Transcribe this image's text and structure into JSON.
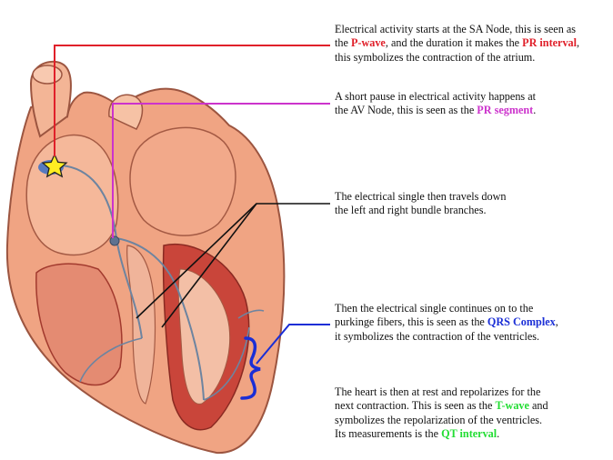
{
  "colors": {
    "sa_node_line": "#e0202a",
    "av_node_line": "#cc33cc",
    "bundle_line": "#111111",
    "qrs_line": "#1a2ed6",
    "t_wave_text": "#22dd33",
    "p_wave_text": "#e0202a",
    "pr_segment_text": "#cc33cc",
    "qrs_text": "#1a2ed6",
    "heart_muscle": "#f0a483",
    "heart_dark": "#b8322c",
    "star": "#ffee22"
  },
  "icons": [
    "star-icon",
    "qrs-brace"
  ],
  "annotations": {
    "sa_node": {
      "line1": "Electrical activity starts at the SA Node, this is seen as",
      "pre_p": "the ",
      "p_wave": "P-wave",
      "mid": ", and the duration it makes the ",
      "pr_interval": "PR interval",
      "post": ",",
      "line3": "this symbolizes the contraction of the atrium."
    },
    "av_node": {
      "line1": "A short pause in electrical activity happens at",
      "pre": "the AV Node, this is seen as the ",
      "pr_segment": "PR segment",
      "post": "."
    },
    "bundle": {
      "line1": "The electrical single then travels down",
      "line2": "the left and right bundle branches."
    },
    "purkinje": {
      "line1": "Then the electrical single continues on to the",
      "pre": "purkinge fibers, this is seen as the ",
      "qrs": "QRS Complex",
      "post": ",",
      "line3": "it symbolizes the contraction of the ventricles."
    },
    "repolarize": {
      "line1": "The heart is then at rest and repolarizes for the",
      "pre": "next contraction. This is seen as the ",
      "t_wave": "T-wave",
      "post": " and",
      "line3": "symbolizes the repolarization of the ventricles.",
      "pre_qt": "Its measurements is the ",
      "qt_interval": "QT interval",
      "post_qt": "."
    }
  }
}
